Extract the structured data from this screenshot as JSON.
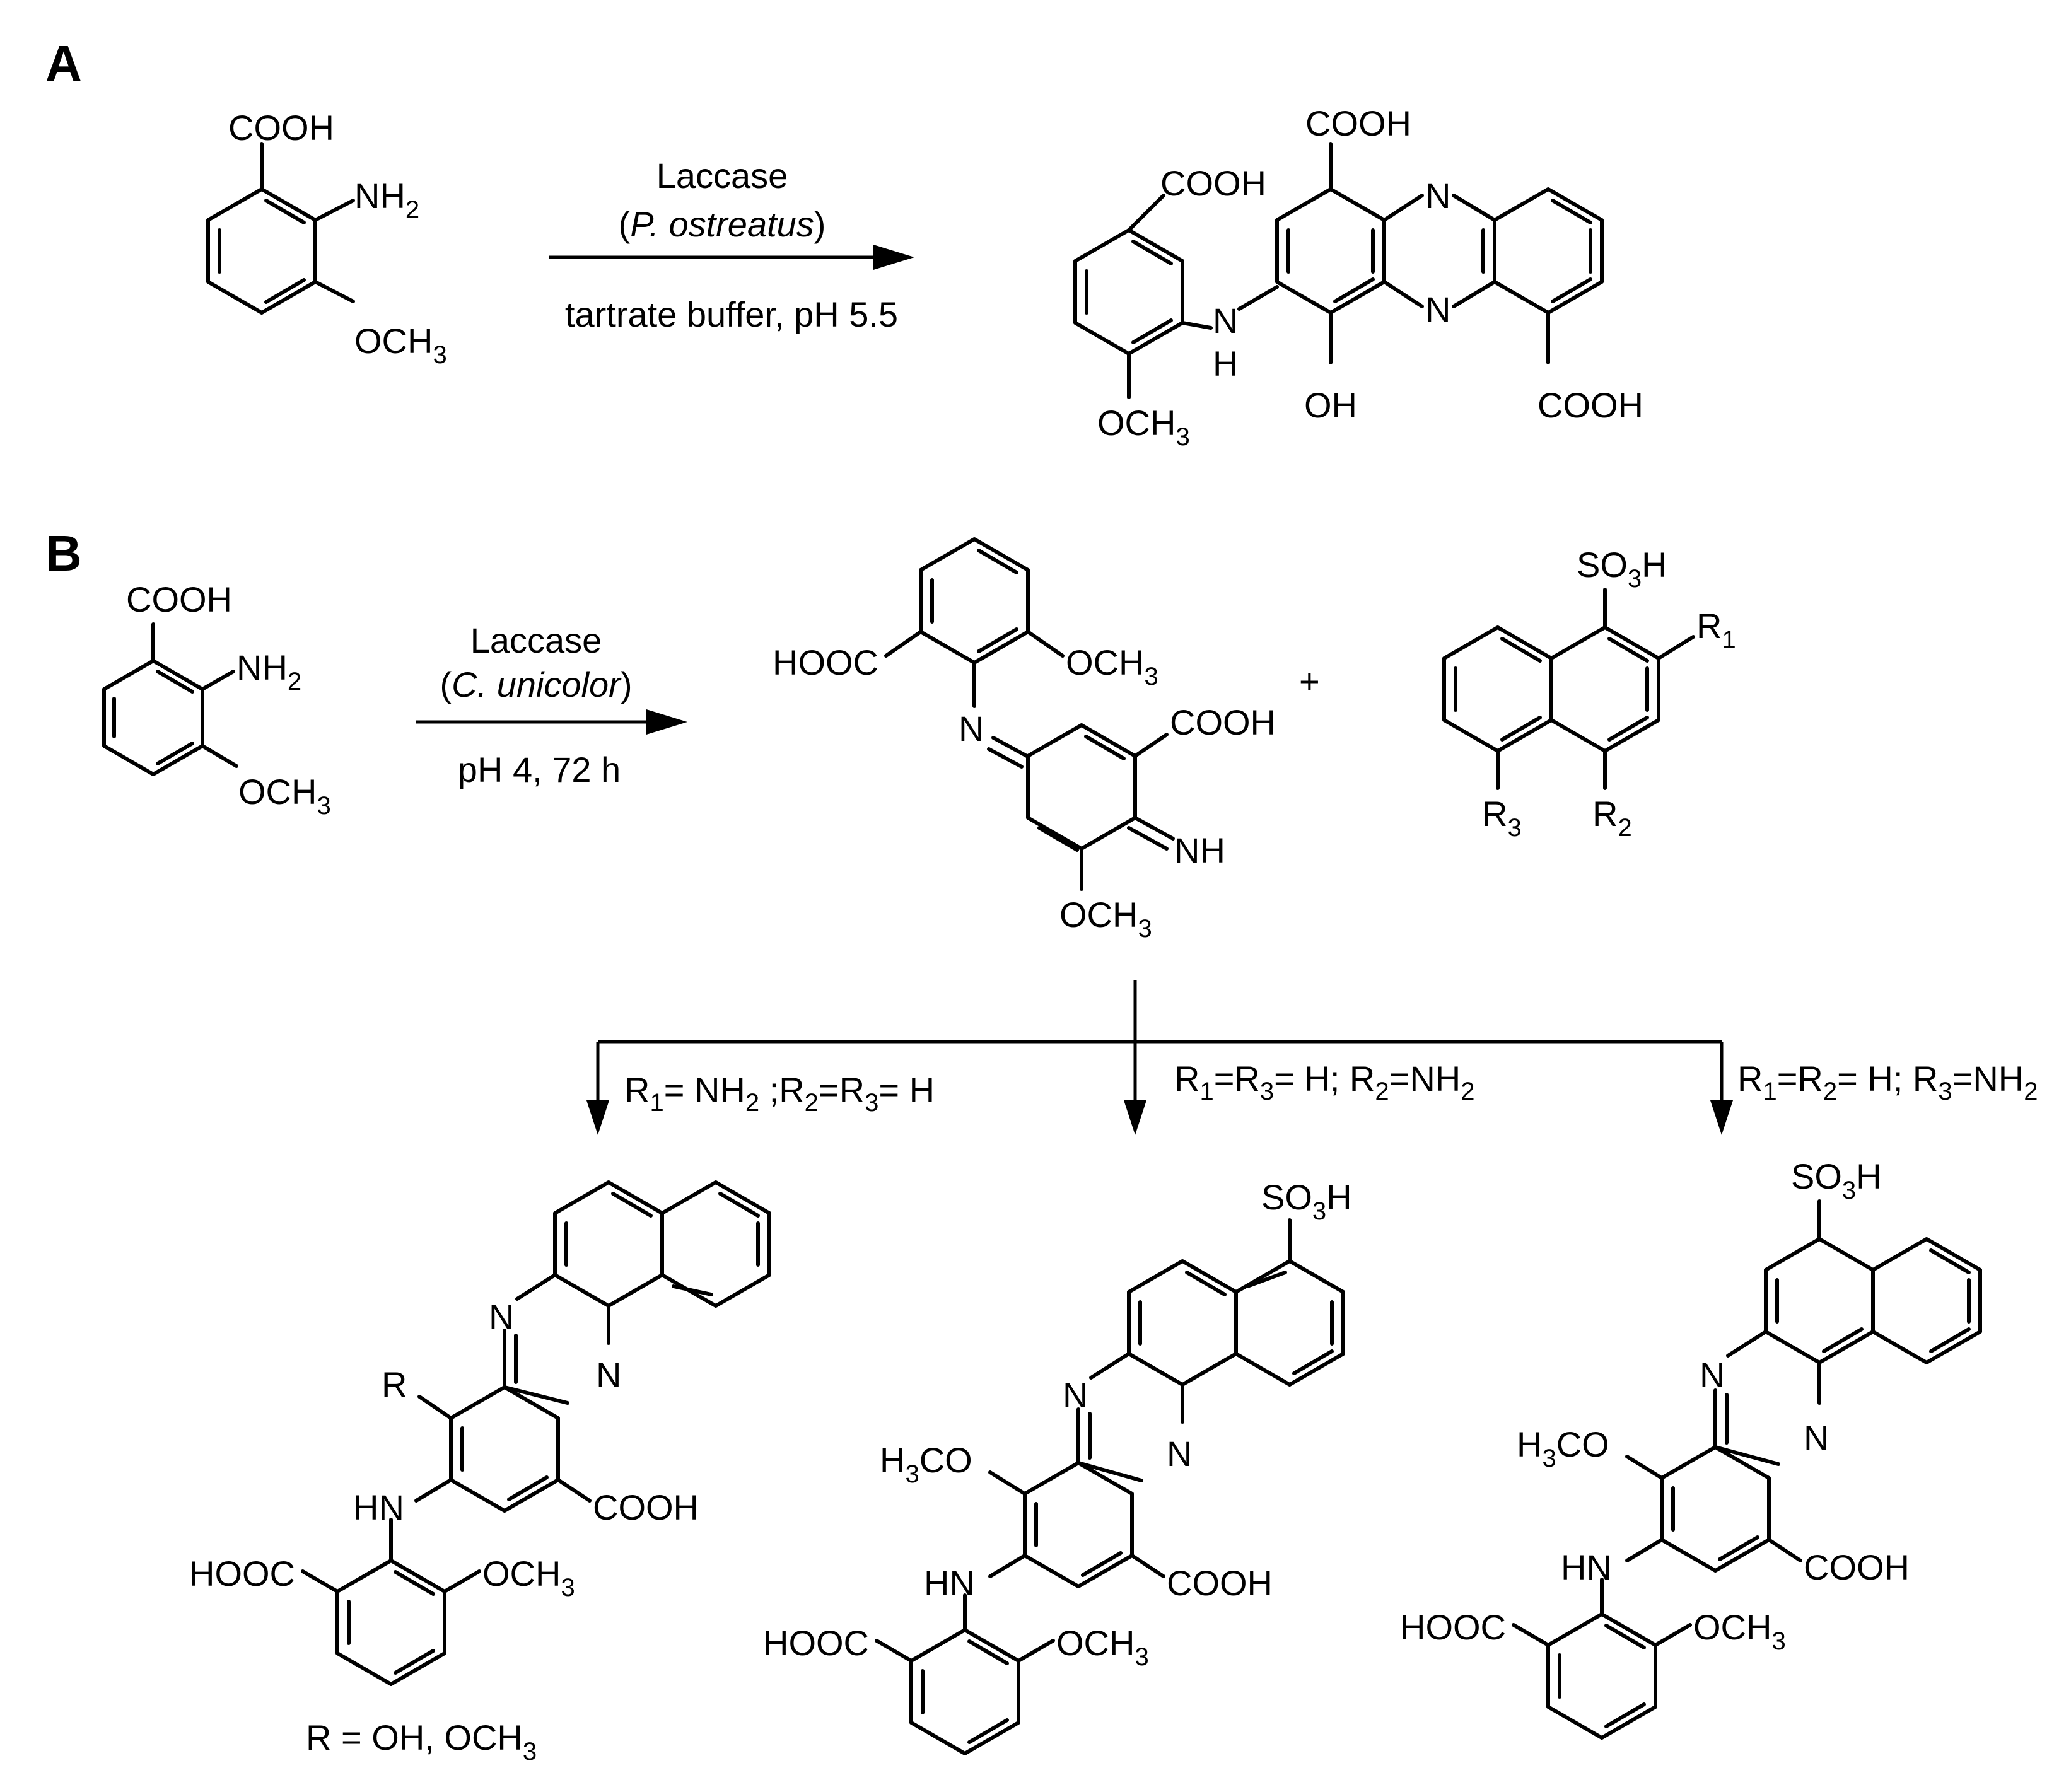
{
  "panel_a": {
    "label": "A",
    "reactant": {
      "cooh": "COOH",
      "nh2": "NH",
      "nh2_sub": "2",
      "och3": "OCH",
      "och3_sub": "3"
    },
    "conditions": {
      "enzyme": "Laccase",
      "organism_open": "(",
      "organism": "P. ostreatus",
      "organism_close": ")",
      "buffer": "tartrate buffer, pH 5.5"
    },
    "product": {
      "cooh_1": "COOH",
      "cooh_2": "COOH",
      "cooh_3": "COOH",
      "n_1": "N",
      "n_2": "N",
      "nh_n": "N",
      "nh_h": "H",
      "oh": "OH",
      "och3": "OCH",
      "och3_sub": "3"
    }
  },
  "panel_b": {
    "label": "B",
    "reactant": {
      "cooh": "COOH",
      "nh2": "NH",
      "nh2_sub": "2",
      "och3": "OCH",
      "och3_sub": "3"
    },
    "conditions": {
      "enzyme": "Laccase",
      "organism_open": "(",
      "organism": "C. unicolor",
      "organism_close": ")",
      "time": "pH 4, 72 h"
    },
    "intermediate": {
      "hooc": "HOOC",
      "och3_top": "OCH",
      "och3_top_sub": "3",
      "n": "N",
      "cooh": "COOH",
      "nh": "NH",
      "och3_bottom": "OCH",
      "och3_bottom_sub": "3"
    },
    "plus": "+",
    "naphthalene": {
      "so3h_a": "SO",
      "so3h_sub": "3",
      "so3h_b": "H",
      "r1": "R",
      "r1_sub": "1",
      "r2": "R",
      "r2_sub": "2",
      "r3": "R",
      "r3_sub": "3"
    },
    "branch_labels": {
      "left": [
        "R",
        "1",
        "= NH",
        "2",
        " ;R",
        "2",
        "=R",
        "3",
        "= H"
      ],
      "middle": [
        "R",
        "1",
        "=R",
        "3",
        "= H; R",
        "2",
        "=NH",
        "2"
      ],
      "right": [
        "R",
        "1",
        "=R",
        "2",
        "= H; R",
        "3",
        "=NH",
        "2"
      ]
    },
    "product_left": {
      "n_1": "N",
      "n_2": "N",
      "r": "R",
      "hn": "HN",
      "cooh": "COOH",
      "hooc": "HOOC",
      "och3": "OCH",
      "och3_sub": "3",
      "note_a": "R = OH, OCH",
      "note_sub": "3"
    },
    "product_middle": {
      "so3h_a": "SO",
      "so3h_sub": "3",
      "so3h_b": "H",
      "n_1": "N",
      "n_2": "N",
      "h3co_a": "H",
      "h3co_sub": "3",
      "h3co_b": "CO",
      "hn": "HN",
      "cooh": "COOH",
      "hooc": "HOOC",
      "och3": "OCH",
      "och3_sub": "3"
    },
    "product_right": {
      "so3h_a": "SO",
      "so3h_sub": "3",
      "so3h_b": "H",
      "n_1": "N",
      "n_2": "N",
      "h3co_a": "H",
      "h3co_sub": "3",
      "h3co_b": "CO",
      "hn": "HN",
      "cooh": "COOH",
      "hooc": "HOOC",
      "och3": "OCH",
      "och3_sub": "3"
    }
  }
}
